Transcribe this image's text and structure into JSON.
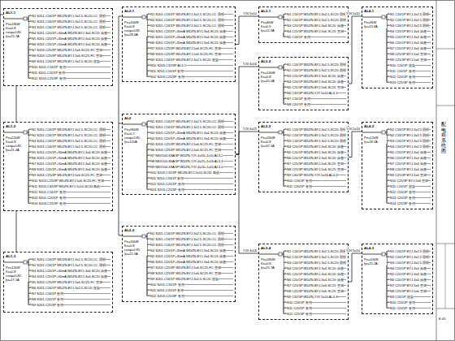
{
  "diagram": {
    "nodes": [
      {
        "text": [
          "AL1-1",
          "Pe=18kW Kx=0.8 cosφ=0.85 Ijs=25.7A",
          "N1 S201-C16/1P WDZN-BYJ-3x2.5-SC20-CC 照明",
          "N2 S201-C16/1P WDZN-BYJ-3x2.5-SC20-CC 照明",
          "N3 S201-C16/1P WDZN-BYJ-3x2.5-SC20-CC 照明",
          "N4 S201-C20/1P+30mA WDZN-BYJ-3x4-SC20 插座",
          "N5 S201-C20/1P+30mA WDZN-BYJ-3x4-SC20 插座",
          "N6 S201-C20/1P+30mA WDZN-BYJ-3x4-SC20 插座",
          "N7 S203-C25/3P WDZN-BYJ-5x6-SC25-FC 空调",
          "N8 S203-C25/3P WDZN-BYJ-5x6-SC25-FC 空调",
          "N9 S201-C16/1P WDZN-BYJ-3x2.5-SC20 应急",
          "N10 S201-C16/1P 备用",
          "N11 S201-C20/1P 备用",
          "N12 S203-C25/3P 备用"
        ]
      },
      {
        "text": [
          "AL1-2",
          "Pe=22kW Kx=0.8 cosφ=0.85 Ijs=31.4A",
          "N1 S201-C16/1P WDZN-BYJ-3x2.5-SC20-CC 照明",
          "N2 S201-C16/1P WDZN-BYJ-3x2.5-SC20-CC 照明",
          "N3 S201-C16/1P WDZN-BYJ-3x2.5-SC20-CC 照明",
          "N4 S201-C16/1P WDZN-BYJ-3x2.5-SC20-CC 照明",
          "N5 S201-C20/1P+30mA WDZN-BYJ-3x4-SC20 插座",
          "N6 S201-C20/1P+30mA WDZN-BYJ-3x4-SC20 插座",
          "N7 S201-C20/1P+30mA WDZN-BYJ-3x4-SC20 插座",
          "N8 S201-C20/1P+30mA WDZN-BYJ-3x4-SC20 插座",
          "N9 S203-C25/3P WDZN-BYJ-5x6-SC25-FC 空调",
          "N10 S203-C25/3P WDZN-BYJ-5x6-SC25-FC 空调",
          "N11 S203-C32/3P WDZN-BYJ-5x10-SC32 风机",
          "N12 S201-C16/1P 备用",
          "N13 S201-C20/1P 备用",
          "N14 S203-C25/3P 备用"
        ]
      },
      {
        "text": [
          "AL1-3",
          "Pe=12kW Kx=0.8 cosφ=0.85 Ijs=17.1A",
          "N1 S201-C16/1P WDZN-BYJ-3x2.5-SC20-CC 照明",
          "N2 S201-C16/1P WDZN-BYJ-3x2.5-SC20-CC 照明",
          "N3 S201-C20/1P+30mA WDZN-BYJ-3x4-SC20 插座",
          "N4 S201-C20/1P+30mA WDZN-BYJ-3x4-SC20 插座",
          "N5 S203-C25/3P WDZN-BYJ-5x6-SC25-FC 空调",
          "N6 S201-C16/1P WDZN-BYJ-3x2.5-SC20 应急",
          "N7 S201-C16/1P 备用",
          "N8 S201-C20/1P 备用",
          "N9 S203-C25/3P 备用"
        ]
      },
      {
        "text": [
          "AL2-1",
          "Pe=20kW Kx=0.8 cosφ=0.85 Ijs=28.6A",
          "N1 S201-C16/1P WDZN-BYJ-3x2.5-SC20-CC 照明",
          "N2 S201-C16/1P WDZN-BYJ-3x2.5-SC20-CC 照明",
          "N3 S201-C16/1P WDZN-BYJ-3x2.5-SC20-CC 照明",
          "N4 S201-C20/1P+30mA WDZN-BYJ-3x4-SC20 插座",
          "N5 S201-C20/1P+30mA WDZN-BYJ-3x4-SC20 插座",
          "N6 S201-C20/1P+30mA WDZN-BYJ-3x4-SC20 插座",
          "N7 S203-C25/3P WDZN-BYJ-5x6-SC25-FC 空调",
          "N8 S203-C25/3P WDZN-BYJ-5x6-SC25-FC 空调",
          "N9 S201-C16/1P WDZN-BYJ-3x2.5-SC20 应急",
          "N10 S203-C32/3P AL3-1",
          "N11 S201-C16/1P 备用",
          "N12 S203-C25/3P 备用"
        ]
      },
      {
        "text": [
          "AL2",
          "Pe=96kW Kx=0.7 cosφ=0.85 Ijs=120A",
          "N1 S201-C16/1P WDZN-BYJ-3x2.5-SC20-CC 照明",
          "N2 S201-C16/1P WDZN-BYJ-3x2.5-SC20-CC 照明",
          "N3 S201-C20/1P+30mA WDZN-BYJ-3x4-SC20 插座",
          "N4 S201-C20/1P+30mA WDZN-BYJ-3x4-SC20 插座",
          "N5 S203-C25/3P WDZN-BYJ-5x6-SC25-FC 空调",
          "N6 S203-C25/3P WDZN-BYJ-5x6-SC25-FC 空调",
          "N7 NSX100-63A/3P WDZN-YJY-4x16+1x10 AL3-2",
          "N8 NSX100-80A/3P WDZN-YJY-4x25+1x16 AL3-3",
          "N9 NSX100-63A/3P WDZN-YJY-4x16+1x10 AL3-4",
          "N10 S203-C32/3P WDZN-BYJ-5x10-SC32 风机",
          "N11 S201-C16/1P 备用",
          "N12 S201-C20/1P 备用",
          "N13 S203-C25/3P 备用"
        ]
      },
      {
        "text": [
          "AL2-2",
          "Pe=16kW Kx=0.8 cosφ=0.85 Ijs=22.9A",
          "N1 S201-C16/1P WDZN-BYJ-3x2.5-SC20-CC 照明",
          "N2 S201-C16/1P WDZN-BYJ-3x2.5-SC20-CC 照明",
          "N3 S201-C16/1P WDZN-BYJ-3x2.5-SC20-CC 照明",
          "N4 S201-C20/1P+30mA WDZN-BYJ-3x4-SC20 插座",
          "N5 S201-C20/1P+30mA WDZN-BYJ-3x4-SC20 插座",
          "N6 S201-C20/1P+30mA WDZN-BYJ-3x4-SC20 插座",
          "N7 S203-C25/3P WDZN-BYJ-5x6-SC25-FC 空调",
          "N8 S203-C25/3P WDZN-BYJ-5x6-SC25-FC 空调",
          "N9 S201-C16/1P WDZN-BYJ-3x2.5-SC20 应急",
          "N10 S201-C16/1P 备用",
          "N11 S201-C20/1P 备用",
          "N12 S203-C25/3P 备用"
        ]
      },
      {
        "text": [
          "AL3-1",
          "Pe=8kW Kx=0.9 Ijs=12.9A",
          "N1 C16/1P WDZN-BYJ-3x2.5-SC20 照明",
          "N2 C16/1P WDZN-BYJ-3x2.5-SC20 照明",
          "N3 C20/1P WDZN-BYJ-3x4-SC20 插座",
          "N4 C25/3P WDZN-BYJ-5x6-SC25 空调",
          "N5 C16/1P 备用"
        ]
      },
      {
        "text": [
          "AL3-2",
          "Pe=14kW Kx=0.8 Ijs=20.0A",
          "N1 C16/1P WDZN-BYJ-3x2.5-SC20 照明",
          "N2 C16/1P WDZN-BYJ-3x2.5-SC20 照明",
          "N3 C20/1P WDZN-BYJ-3x4-SC20 插座",
          "N4 C20/1P WDZN-BYJ-3x4-SC20 插座",
          "N5 C25/3P WDZN-BYJ-5x6-SC25 空调",
          "N6 C32/3P WDZN-YJY-5x10 AL4-1",
          "N7 C16/1P 备用",
          "N8 C20/1P 备用"
        ]
      },
      {
        "text": [
          "AL3-3",
          "Pe=26kW Kx=0.8 Ijs=37.1A",
          "N1 C16/1P WDZN-BYJ-3x2.5-SC20 照明",
          "N2 C16/1P WDZN-BYJ-3x2.5-SC20 照明",
          "N3 C16/1P WDZN-BYJ-3x2.5-SC20 照明",
          "N4 C20/1P WDZN-BYJ-3x4-SC20 插座",
          "N5 C20/1P WDZN-BYJ-3x4-SC20 插座",
          "N6 C20/1P WDZN-BYJ-3x4-SC20 插座",
          "N7 C25/3P WDZN-BYJ-5x6-SC25 空调",
          "N8 C25/3P WDZN-BYJ-5x6-SC25 空调",
          "N9 C40/3P WDZN-YJY-5x16 AL4-2",
          "N10 C16/1P 备用",
          "N11 C20/1P 备用"
        ]
      },
      {
        "text": [
          "AL3-4",
          "Pe=18kW Kx=0.8 Ijs=25.7A",
          "N1 C16/1P WDZN-BYJ-3x2.5-SC20 照明",
          "N2 C16/1P WDZN-BYJ-3x2.5-SC20 照明",
          "N3 C16/1P WDZN-BYJ-3x2.5-SC20 照明",
          "N4 C20/1P WDZN-BYJ-3x4-SC20 插座",
          "N5 C20/1P WDZN-BYJ-3x4-SC20 插座",
          "N6 C20/1P WDZN-BYJ-3x4-SC20 插座",
          "N7 C25/3P WDZN-BYJ-5x6-SC25 空调",
          "N8 C25/3P WDZN-BYJ-5x6-SC25 空调",
          "N9 C32/3P WDZN-YJY-5x10 AL4-3",
          "N10 C16/1P 备用",
          "N11 C20/1P 备用",
          "N12 C25/3P 备用"
        ]
      },
      {
        "text": [
          "AL4-1",
          "Pe=9kW Ijs=13.6A",
          "N1 C16/1P BYJ-3x2.5 照明",
          "N2 C16/1P BYJ-3x2.5 照明",
          "N3 C16/1P BYJ-3x2.5 照明",
          "N4 C20/1P BYJ-3x4 插座",
          "N5 C20/1P BYJ-3x4 插座",
          "N6 C20/1P BYJ-3x4 插座",
          "N7 C20/1P BYJ-3x4 插座",
          "N8 C25/3P BYJ-5x6 空调",
          "N9 C25/3P BYJ-5x6 空调",
          "N10 C16/1P 应急",
          "N11 C16/1P 备用",
          "N12 C20/1P 备用",
          "N13 C25/3P 备用"
        ]
      },
      {
        "text": [
          "AL4-2",
          "Pe=12kW Ijs=18.2A",
          "N1 C16/1P BYJ-3x2.5 照明",
          "N2 C16/1P BYJ-3x2.5 照明",
          "N3 C16/1P BYJ-3x2.5 照明",
          "N4 C16/1P BYJ-3x2.5 照明",
          "N5 C20/1P BYJ-3x4 插座",
          "N6 C20/1P BYJ-3x4 插座",
          "N7 C20/1P BYJ-3x4 插座",
          "N8 C20/1P BYJ-3x4 插座",
          "N9 C25/3P BYJ-5x6 空调",
          "N10 C25/3P BYJ-5x6 空调",
          "N11 C16/1P 应急",
          "N12 C16/1P 备用",
          "N13 C20/1P 备用",
          "N14 C25/3P 备用"
        ]
      },
      {
        "text": [
          "AL4-3",
          "Pe=10kW Ijs=15.2A",
          "N1 C16/1P BYJ-3x2.5 照明",
          "N2 C16/1P BYJ-3x2.5 照明",
          "N3 C16/1P BYJ-3x2.5 照明",
          "N4 C20/1P BYJ-3x4 插座",
          "N5 C20/1P BYJ-3x4 插座",
          "N6 C20/1P BYJ-3x4 插座",
          "N7 C25/3P BYJ-5x6 空调",
          "N8 C25/3P BYJ-5x6 空调",
          "N9 C16/1P 应急",
          "N10 C16/1P 备用",
          "N11 C20/1P 备用"
        ]
      }
    ],
    "edges": [
      {
        "from": 0,
        "to": 1,
        "arrow": "none"
      },
      {
        "from": 1,
        "to": 2,
        "arrow": "none"
      },
      {
        "from": 3,
        "to": 6,
        "label": "YJV-5x10",
        "arrow": "none"
      },
      {
        "from": 4,
        "to": 7,
        "label": "YJV-4x16",
        "arrow": "none"
      },
      {
        "from": 4,
        "to": 8,
        "label": "YJV-4x25",
        "arrow": "none"
      },
      {
        "from": 4,
        "to": 9,
        "label": "YJV-4x16",
        "arrow": "none"
      },
      {
        "from": 7,
        "to": 10,
        "label": "YJV-5x10",
        "arrow": "none"
      },
      {
        "from": 8,
        "to": 11,
        "label": "YJV-5x16",
        "arrow": "none"
      },
      {
        "from": 9,
        "to": 12,
        "label": "YJV-5x10",
        "arrow": "none"
      }
    ],
    "labels": [
      "配电箱系统图",
      "E-05"
    ]
  }
}
